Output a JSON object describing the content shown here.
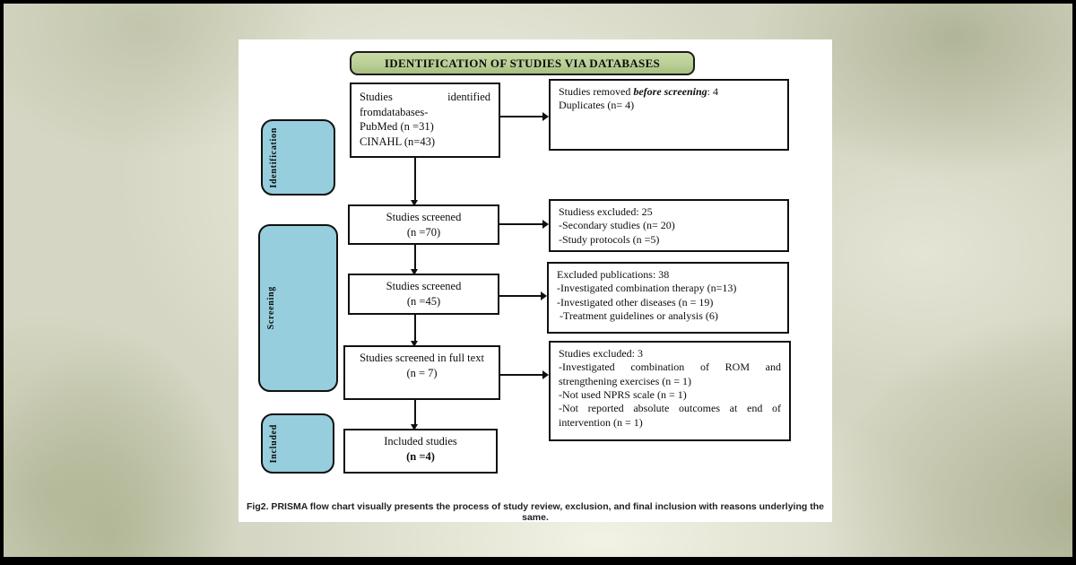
{
  "colors": {
    "header-green": "#b9cf96",
    "stage-blue": "#96cedd",
    "bg-base": "#d5d6c3",
    "ink": "#101010"
  },
  "header": {
    "title": "IDENTIFICATION OF STUDIES VIA DATABASES"
  },
  "stages": {
    "identification": {
      "label": "Identification"
    },
    "screening": {
      "label": "Screening"
    },
    "included": {
      "label": "Included"
    }
  },
  "flow": {
    "identified": {
      "line1_left": "Studies",
      "line1_right": "identified",
      "line2": "fromdatabases-",
      "line3": "PubMed (n =31)",
      "line4": "CINAHL (n=43)"
    },
    "screened70": {
      "line1": "Studies screened",
      "line2": "(n =70)"
    },
    "screened45": {
      "line1": "Studies screened",
      "line2": "(n =45)"
    },
    "fulltext": {
      "line1": "Studies screened in full text",
      "line2": "(n = 7)"
    },
    "included": {
      "line1": "Included studies",
      "line2": "(n =4)"
    }
  },
  "exclusions": {
    "removed_before_screening": {
      "line1_prefix": "Studies removed ",
      "line1_italic": "before screening",
      "line1_suffix": ": 4",
      "line2": "Duplicates (n= 4)"
    },
    "excluded_25": {
      "line1": "Studiess excluded: 25",
      "line2": "-Secondary studies (n= 20)",
      "line3": "-Study protocols (n =5)"
    },
    "excluded_38": {
      "line1": "Excluded publications: 38",
      "line2": "-Investigated combination therapy (n=13)",
      "line3": "-Investigated other diseases (n = 19)",
      "line4": " -Treatment guidelines or analysis (6)"
    },
    "excluded_3": {
      "line1": "Studies excluded: 3",
      "line2": "-Investigated combination of ROM and strengthening exercises (n = 1)",
      "line3": "-Not used NPRS scale (n = 1)",
      "line4": "-Not reported absolute outcomes at end of intervention (n = 1)"
    }
  },
  "caption": "Fig2. PRISMA flow chart visually presents the process of study review, exclusion, and final inclusion with reasons underlying the same."
}
